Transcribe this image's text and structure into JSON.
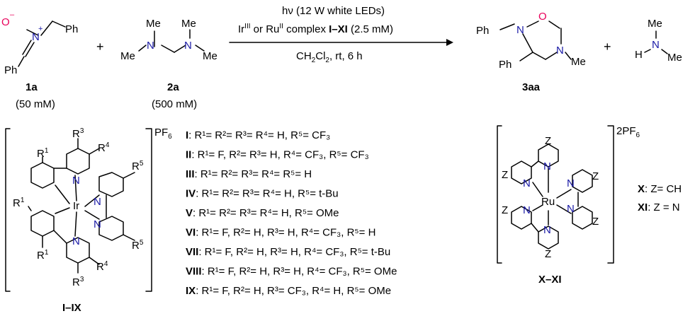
{
  "reaction": {
    "reactant1": {
      "label": "1a",
      "conc": "(50 mM)"
    },
    "reactant2": {
      "label": "2a",
      "conc": "(500 mM)"
    },
    "plus": "+",
    "conditions": {
      "light": "hν (12 W white LEDs)",
      "catalyst_prefix": "Ir",
      "catalyst_prefix_sup": "III",
      "catalyst_or": " or Ru",
      "catalyst_or_sup": "II",
      "catalyst_complex": " complex ",
      "catalyst_range": "I–XI",
      "catalyst_conc": " (2.5 mM)",
      "solvent_prefix": "CH",
      "solvent_sub": "2",
      "solvent_mid": "Cl",
      "solvent_sub2": "2",
      "solvent_rest": ", rt, 6 h"
    },
    "product": {
      "label": "3aa"
    },
    "byproduct": "HN(Me)2"
  },
  "atoms": {
    "O": "O",
    "N": "N",
    "Ph": "Ph",
    "Me": "Me",
    "H": "H",
    "Ir": "Ir",
    "Ru": "Ru",
    "Z": "Z",
    "minus": "–",
    "plus_charge": "+",
    "R": "R"
  },
  "ir_complex": {
    "counterion": "PF",
    "counterion_sub": "6",
    "caption": "I–IX",
    "variants": [
      {
        "id": "I",
        "text": ": R¹= R²= R³= R⁴= H, R⁵= CF₃"
      },
      {
        "id": "II",
        "text": ": R¹= F, R²= R³= H, R⁴= CF₃, R⁵= CF₃"
      },
      {
        "id": "III",
        "text": ": R¹= R²= R³= R⁴= R⁵= H"
      },
      {
        "id": "IV",
        "text": ": R¹= R²= R³= R⁴= H, R⁵= t-Bu"
      },
      {
        "id": "V",
        "text": ": R¹= R²= R³= R⁴= H, R⁵= OMe"
      },
      {
        "id": "VI",
        "text": ": R¹= F, R²= H, R³= H, R⁴= CF₃, R⁵= H"
      },
      {
        "id": "VII",
        "text": ": R¹= F, R²= H, R³= H, R⁴= CF₃, R⁵= t-Bu"
      },
      {
        "id": "VIII",
        "text": ": R¹= F, R²= H, R³= H, R⁴= CF₃, R⁵= OMe"
      },
      {
        "id": "IX",
        "text": ": R¹= F, R²= H, R³= CF₃, R⁴= H, R⁵= OMe"
      }
    ]
  },
  "ru_complex": {
    "counterion": "2PF",
    "counterion_sub": "6",
    "caption": "X–XI",
    "variants": [
      {
        "id": "X",
        "text": ": Z= CH"
      },
      {
        "id": "XI",
        "text": ": Z = N"
      }
    ]
  }
}
